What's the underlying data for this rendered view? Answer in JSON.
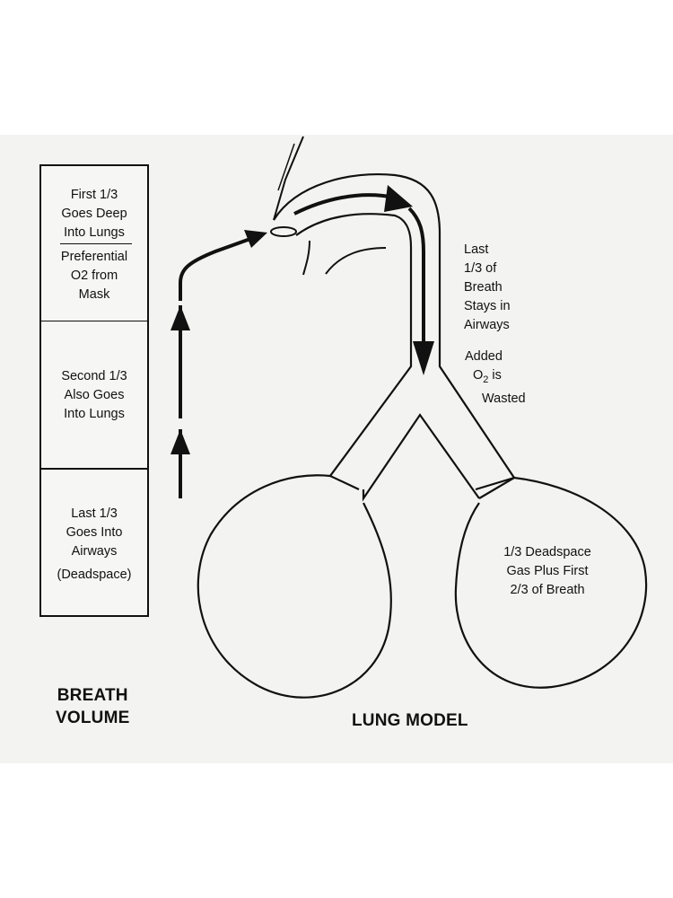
{
  "breath_volume": {
    "heading_line1": "BREATH",
    "heading_line2": "VOLUME",
    "segments": [
      {
        "lines": [
          "First 1/3",
          "Goes Deep",
          "Into Lungs"
        ],
        "sub_lines": [
          "Preferential",
          "O2 from",
          "Mask"
        ]
      },
      {
        "lines": [
          "Second 1/3",
          "Also Goes",
          "Into Lungs"
        ]
      },
      {
        "lines": [
          "Last 1/3",
          "Goes Into",
          "Airways",
          "(Deadspace)"
        ]
      }
    ]
  },
  "lung_model": {
    "heading": "LUNG MODEL",
    "airway_label": [
      "Last",
      "1/3 of",
      "Breath",
      "Stays in",
      "Airways"
    ],
    "added_o2_label": {
      "line1": "Added",
      "o2_main": "O",
      "o2_sub": "2",
      "o2_rest": " is",
      "line3": "Wasted"
    },
    "right_lung_label": [
      "1/3 Deadspace",
      "Gas Plus First",
      "2/3 of Breath"
    ]
  }
}
